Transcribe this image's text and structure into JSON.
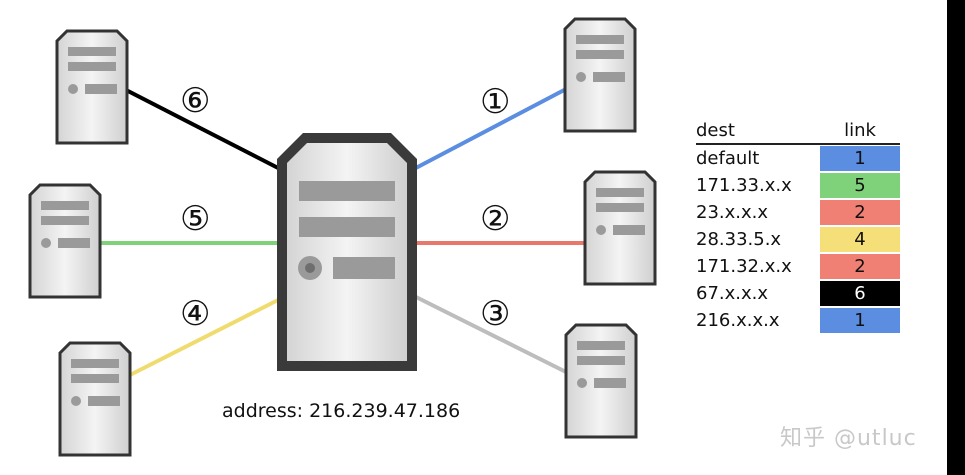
{
  "router": {
    "address": "address: 216.239.47.186"
  },
  "links": [
    {
      "id": 1,
      "label": "①",
      "color": "#5b8de0"
    },
    {
      "id": 2,
      "label": "②",
      "color": "#e8786c"
    },
    {
      "id": 3,
      "label": "③",
      "color": "#bdbdbd"
    },
    {
      "id": 4,
      "label": "④",
      "color": "#f0dc6e"
    },
    {
      "id": 5,
      "label": "⑤",
      "color": "#7fd27a"
    },
    {
      "id": 6,
      "label": "⑥",
      "color": "#000000"
    }
  ],
  "routing_table": {
    "headers": {
      "dest": "dest",
      "link": "link"
    },
    "rows": [
      {
        "dest": "default",
        "link": "1",
        "color": "#5b8de0",
        "text_color": "#111111"
      },
      {
        "dest": "171.33.x.x",
        "link": "5",
        "color": "#7fd27a",
        "text_color": "#111111"
      },
      {
        "dest": "23.x.x.x",
        "link": "2",
        "color": "#f08073",
        "text_color": "#111111"
      },
      {
        "dest": "28.33.5.x",
        "link": "4",
        "color": "#f5df78",
        "text_color": "#111111"
      },
      {
        "dest": "171.32.x.x",
        "link": "2",
        "color": "#f08073",
        "text_color": "#111111"
      },
      {
        "dest": "67.x.x.x",
        "link": "6",
        "color": "#000000",
        "text_color": "#ffffff"
      },
      {
        "dest": "216.x.x.x",
        "link": "1",
        "color": "#5b8de0",
        "text_color": "#111111"
      }
    ]
  },
  "watermark": "知乎 @utluc"
}
